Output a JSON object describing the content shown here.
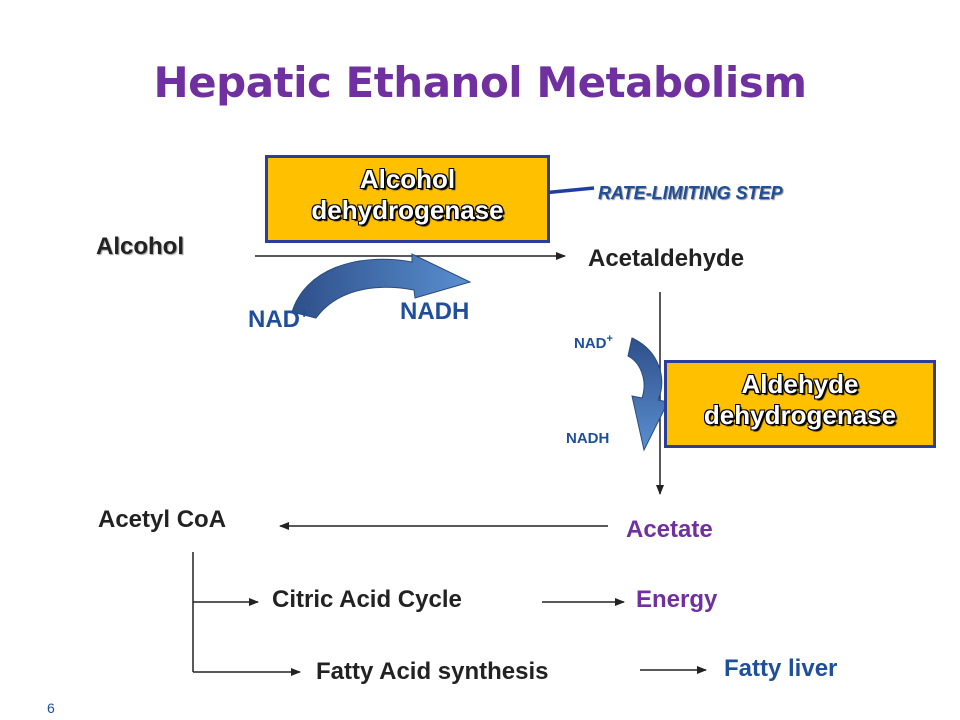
{
  "title": "Hepatic Ethanol Metabolism",
  "enzymes": {
    "adh": {
      "line1": "Alcohol",
      "line2": "dehydrogenase"
    },
    "aldh": {
      "line1": "Aldehyde",
      "line2": "dehydrogenase"
    }
  },
  "rate_limiting": "RATE-LIMITING STEP",
  "nodes": {
    "alcohol": "Alcohol",
    "acetaldehyde": "Acetaldehyde",
    "acetate": "Acetate",
    "acetyl_coa": "Acetyl CoA",
    "citric_acid_cycle": "Citric Acid Cycle",
    "energy": "Energy",
    "fatty_acid_synthesis": "Fatty Acid synthesis",
    "fatty_liver": "Fatty liver"
  },
  "cofactors": {
    "nad_1": "NAD",
    "nad_1_sup": "+",
    "nadh_1": "NADH",
    "nad_2": "NAD",
    "nad_2_sup": "+",
    "nadh_2": "NADH"
  },
  "page_number": "6",
  "colors": {
    "title": "#7030a0",
    "enzyme_fill": "#ffc000",
    "enzyme_border": "#2c3e99",
    "cofactor_text": "#1f4e9a",
    "curved_arrow": "#4f81bd"
  }
}
